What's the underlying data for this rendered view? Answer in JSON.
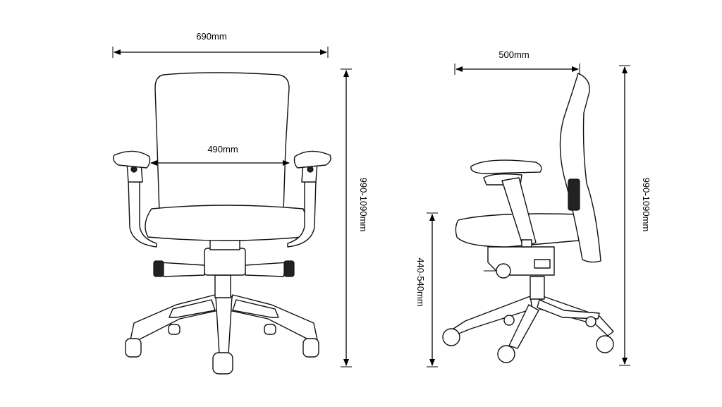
{
  "dimensions": {
    "front_width": "690mm",
    "seat_width": "490mm",
    "front_height": "990-1090mm",
    "side_depth": "500mm",
    "seat_height": "440-540mm",
    "side_height": "990-1090mm"
  },
  "colors": {
    "line": "#000000",
    "background": "#ffffff"
  }
}
